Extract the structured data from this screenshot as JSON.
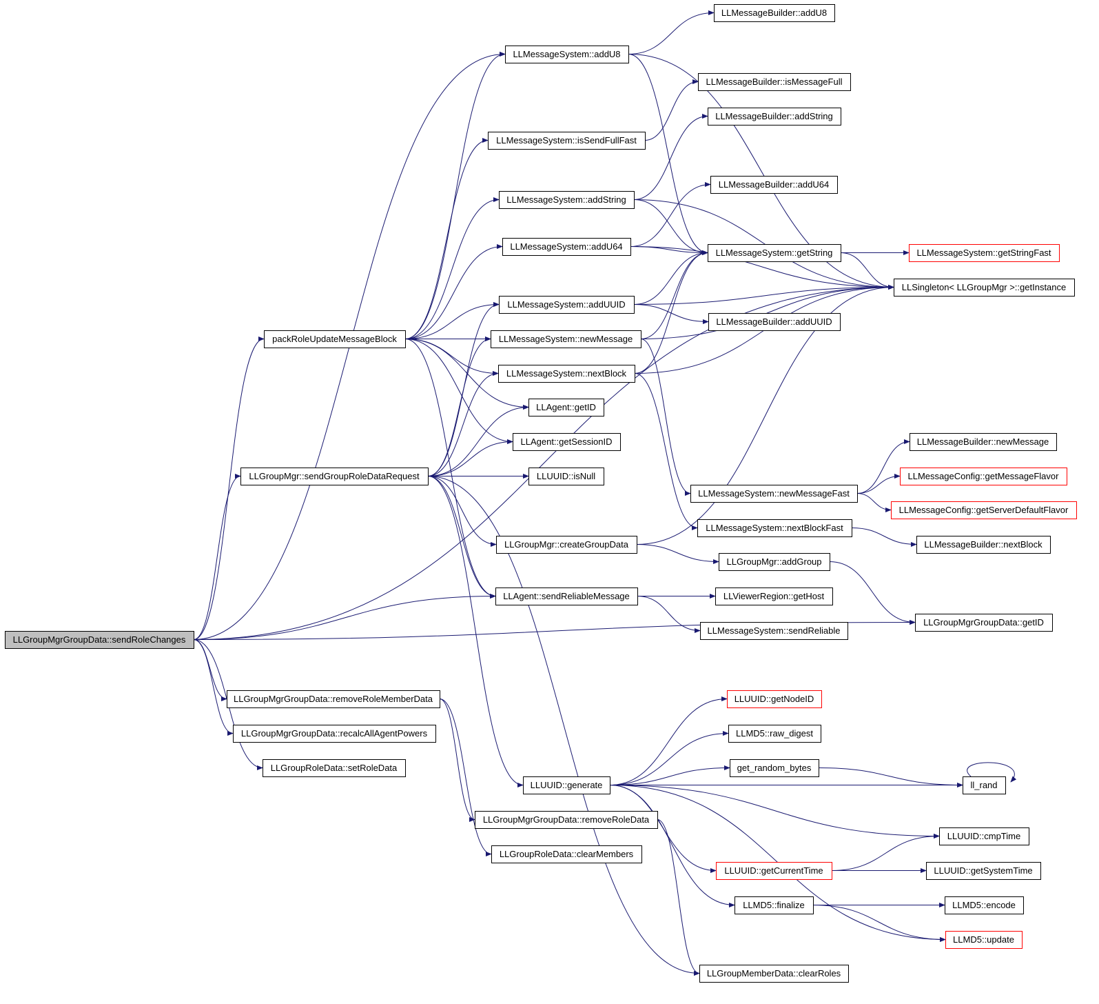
{
  "colors": {
    "edge": "#191970",
    "node_border": "#000000",
    "node_border_truncated": "#ff0000",
    "root_fill": "#bfbfbf",
    "node_fill": "#ffffff"
  },
  "graph": {
    "nodes": [
      {
        "id": "root",
        "label": "LLGroupMgrGroupData::sendRoleChanges",
        "root": true
      },
      {
        "id": "pack",
        "label": "packRoleUpdateMessageBlock"
      },
      {
        "id": "sgrdr",
        "label": "LLGroupMgr::sendGroupRoleDataRequest"
      },
      {
        "id": "rrmd",
        "label": "LLGroupMgrGroupData::removeRoleMemberData"
      },
      {
        "id": "recalc",
        "label": "LLGroupMgrGroupData::recalcAllAgentPowers"
      },
      {
        "id": "setrole",
        "label": "LLGroupRoleData::setRoleData"
      },
      {
        "id": "ms_addU8",
        "label": "LLMessageSystem::addU8"
      },
      {
        "id": "ms_isfull",
        "label": "LLMessageSystem::isSendFullFast"
      },
      {
        "id": "ms_addString",
        "label": "LLMessageSystem::addString"
      },
      {
        "id": "ms_addU64",
        "label": "LLMessageSystem::addU64"
      },
      {
        "id": "ms_addUUID",
        "label": "LLMessageSystem::addUUID"
      },
      {
        "id": "ms_newMessage",
        "label": "LLMessageSystem::newMessage"
      },
      {
        "id": "ms_nextBlock",
        "label": "LLMessageSystem::nextBlock"
      },
      {
        "id": "agent_getID",
        "label": "LLAgent::getID"
      },
      {
        "id": "agent_getSession",
        "label": "LLAgent::getSessionID"
      },
      {
        "id": "uuid_isNull",
        "label": "LLUUID::isNull"
      },
      {
        "id": "createGroup",
        "label": "LLGroupMgr::createGroupData"
      },
      {
        "id": "sendReliable",
        "label": "LLAgent::sendReliableMessage"
      },
      {
        "id": "uuid_generate",
        "label": "LLUUID::generate"
      },
      {
        "id": "removeRoleData",
        "label": "LLGroupMgrGroupData::removeRoleData"
      },
      {
        "id": "clearMembers",
        "label": "LLGroupRoleData::clearMembers"
      },
      {
        "id": "mb_addU8",
        "label": "LLMessageBuilder::addU8"
      },
      {
        "id": "mb_isFull",
        "label": "LLMessageBuilder::isMessageFull"
      },
      {
        "id": "mb_addString",
        "label": "LLMessageBuilder::addString"
      },
      {
        "id": "mb_addU64",
        "label": "LLMessageBuilder::addU64"
      },
      {
        "id": "ms_getString",
        "label": "LLMessageSystem::getString"
      },
      {
        "id": "mb_addUUID",
        "label": "LLMessageBuilder::addUUID"
      },
      {
        "id": "ms_newMsgFast",
        "label": "LLMessageSystem::newMessageFast"
      },
      {
        "id": "ms_nextBlockFast",
        "label": "LLMessageSystem::nextBlockFast"
      },
      {
        "id": "addGroup",
        "label": "LLGroupMgr::addGroup"
      },
      {
        "id": "getHost",
        "label": "LLViewerRegion::getHost"
      },
      {
        "id": "ms_sendReliable",
        "label": "LLMessageSystem::sendReliable"
      },
      {
        "id": "getNodeID",
        "label": "LLUUID::getNodeID",
        "truncated": true
      },
      {
        "id": "raw_digest",
        "label": "LLMD5::raw_digest"
      },
      {
        "id": "rand_bytes",
        "label": "get_random_bytes"
      },
      {
        "id": "getCurTime",
        "label": "LLUUID::getCurrentTime",
        "truncated": true
      },
      {
        "id": "md5_finalize",
        "label": "LLMD5::finalize"
      },
      {
        "id": "clearRoles",
        "label": "LLGroupMemberData::clearRoles"
      },
      {
        "id": "getStringFast",
        "label": "LLMessageSystem::getStringFast",
        "truncated": true
      },
      {
        "id": "getInstance",
        "label": "LLSingleton< LLGroupMgr >::getInstance"
      },
      {
        "id": "mb_newMessage",
        "label": "LLMessageBuilder::newMessage"
      },
      {
        "id": "getMsgFlavor",
        "label": "LLMessageConfig::getMessageFlavor",
        "truncated": true
      },
      {
        "id": "getSrvFlavor",
        "label": "LLMessageConfig::getServerDefaultFlavor",
        "truncated": true
      },
      {
        "id": "mb_nextBlock",
        "label": "LLMessageBuilder::nextBlock"
      },
      {
        "id": "gmgd_getID",
        "label": "LLGroupMgrGroupData::getID"
      },
      {
        "id": "ll_rand",
        "label": "ll_rand"
      },
      {
        "id": "cmpTime",
        "label": "LLUUID::cmpTime"
      },
      {
        "id": "getSysTime",
        "label": "LLUUID::getSystemTime"
      },
      {
        "id": "md5_encode",
        "label": "LLMD5::encode"
      },
      {
        "id": "md5_update",
        "label": "LLMD5::update",
        "truncated": true
      }
    ],
    "edges": [
      [
        "root",
        "pack"
      ],
      [
        "root",
        "sgrdr"
      ],
      [
        "root",
        "rrmd"
      ],
      [
        "root",
        "recalc"
      ],
      [
        "root",
        "setrole"
      ],
      [
        "root",
        "sendReliable"
      ],
      [
        "root",
        "getInstance"
      ],
      [
        "root",
        "gmgd_getID"
      ],
      [
        "root",
        "ms_addU8"
      ],
      [
        "pack",
        "ms_addU8"
      ],
      [
        "pack",
        "ms_isfull"
      ],
      [
        "pack",
        "ms_addString"
      ],
      [
        "pack",
        "ms_addU64"
      ],
      [
        "pack",
        "ms_addUUID"
      ],
      [
        "pack",
        "ms_newMessage"
      ],
      [
        "pack",
        "ms_nextBlock"
      ],
      [
        "pack",
        "agent_getID"
      ],
      [
        "pack",
        "agent_getSession"
      ],
      [
        "pack",
        "sendReliable"
      ],
      [
        "sgrdr",
        "ms_addUUID"
      ],
      [
        "sgrdr",
        "ms_newMessage"
      ],
      [
        "sgrdr",
        "ms_nextBlock"
      ],
      [
        "sgrdr",
        "agent_getID"
      ],
      [
        "sgrdr",
        "agent_getSession"
      ],
      [
        "sgrdr",
        "uuid_isNull"
      ],
      [
        "sgrdr",
        "createGroup"
      ],
      [
        "sgrdr",
        "sendReliable"
      ],
      [
        "sgrdr",
        "uuid_generate"
      ],
      [
        "sgrdr",
        "clearRoles"
      ],
      [
        "rrmd",
        "removeRoleData"
      ],
      [
        "rrmd",
        "clearMembers"
      ],
      [
        "ms_addU8",
        "mb_addU8"
      ],
      [
        "ms_addU8",
        "ms_getString"
      ],
      [
        "ms_addU8",
        "getInstance"
      ],
      [
        "ms_isfull",
        "mb_isFull"
      ],
      [
        "ms_addString",
        "mb_addString"
      ],
      [
        "ms_addString",
        "ms_getString"
      ],
      [
        "ms_addString",
        "getInstance"
      ],
      [
        "ms_addU64",
        "mb_addU64"
      ],
      [
        "ms_addU64",
        "ms_getString"
      ],
      [
        "ms_addU64",
        "getInstance"
      ],
      [
        "ms_addUUID",
        "mb_addUUID"
      ],
      [
        "ms_addUUID",
        "ms_getString"
      ],
      [
        "ms_addUUID",
        "getInstance"
      ],
      [
        "ms_newMessage",
        "ms_getString"
      ],
      [
        "ms_newMessage",
        "getInstance"
      ],
      [
        "ms_newMessage",
        "ms_newMsgFast"
      ],
      [
        "ms_nextBlock",
        "ms_getString"
      ],
      [
        "ms_nextBlock",
        "getInstance"
      ],
      [
        "ms_nextBlock",
        "ms_nextBlockFast"
      ],
      [
        "ms_getString",
        "getStringFast"
      ],
      [
        "ms_getString",
        "getInstance"
      ],
      [
        "ms_newMsgFast",
        "mb_newMessage"
      ],
      [
        "ms_newMsgFast",
        "getMsgFlavor"
      ],
      [
        "ms_newMsgFast",
        "getSrvFlavor"
      ],
      [
        "ms_nextBlockFast",
        "mb_nextBlock"
      ],
      [
        "createGroup",
        "addGroup"
      ],
      [
        "createGroup",
        "getInstance"
      ],
      [
        "addGroup",
        "gmgd_getID"
      ],
      [
        "sendReliable",
        "getHost"
      ],
      [
        "sendReliable",
        "ms_sendReliable"
      ],
      [
        "uuid_generate",
        "getNodeID"
      ],
      [
        "uuid_generate",
        "raw_digest"
      ],
      [
        "uuid_generate",
        "rand_bytes"
      ],
      [
        "uuid_generate",
        "ll_rand"
      ],
      [
        "uuid_generate",
        "cmpTime"
      ],
      [
        "uuid_generate",
        "getCurTime"
      ],
      [
        "uuid_generate",
        "md5_finalize"
      ],
      [
        "uuid_generate",
        "md5_update"
      ],
      [
        "rand_bytes",
        "ll_rand"
      ],
      [
        "ll_rand",
        "ll_rand"
      ],
      [
        "getCurTime",
        "cmpTime"
      ],
      [
        "getCurTime",
        "getSysTime"
      ],
      [
        "md5_finalize",
        "md5_encode"
      ],
      [
        "md5_finalize",
        "md5_update"
      ],
      [
        "removeRoleData",
        "clearRoles"
      ]
    ]
  }
}
